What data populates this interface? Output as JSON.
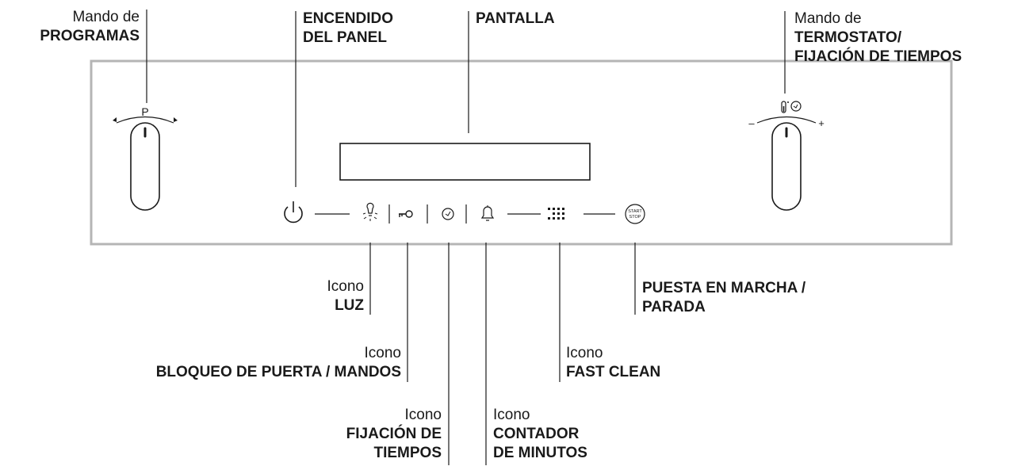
{
  "labels": {
    "programas": {
      "line1": "Mando de",
      "line2": "PROGRAMAS"
    },
    "encendido": {
      "line1": "ENCENDIDO",
      "line2": "DEL PANEL"
    },
    "pantalla": {
      "line1": "PANTALLA"
    },
    "termostato": {
      "line1": "Mando de",
      "line2": "TERMOSTATO/",
      "line3": "FIJACIÓN DE TIEMPOS"
    },
    "luz": {
      "line1": "Icono",
      "line2": "LUZ"
    },
    "bloqueo": {
      "line1": "Icono",
      "line2": "BLOQUEO DE PUERTA / MANDOS"
    },
    "fijacion": {
      "line1": "Icono",
      "line2": "FIJACIÓN DE",
      "line3": "TIEMPOS"
    },
    "contador": {
      "line1": "Icono",
      "line2": "CONTADOR",
      "line3": "DE MINUTOS"
    },
    "fastclean": {
      "line1": "Icono",
      "line2": "FAST CLEAN"
    },
    "puesta": {
      "line1": "PUESTA EN MARCHA /",
      "line2": "PARADA"
    }
  },
  "knobs": {
    "left": {
      "mark": "P"
    },
    "right": {
      "minus": "–",
      "plus": "+"
    }
  },
  "start_stop": {
    "line1": "START",
    "line2": "STOP"
  },
  "icons": [
    "power-icon",
    "light-icon",
    "key-icon",
    "clock-icon",
    "bell-icon",
    "fast-clean-icon",
    "start-stop-icon",
    "thermometer-icon"
  ]
}
